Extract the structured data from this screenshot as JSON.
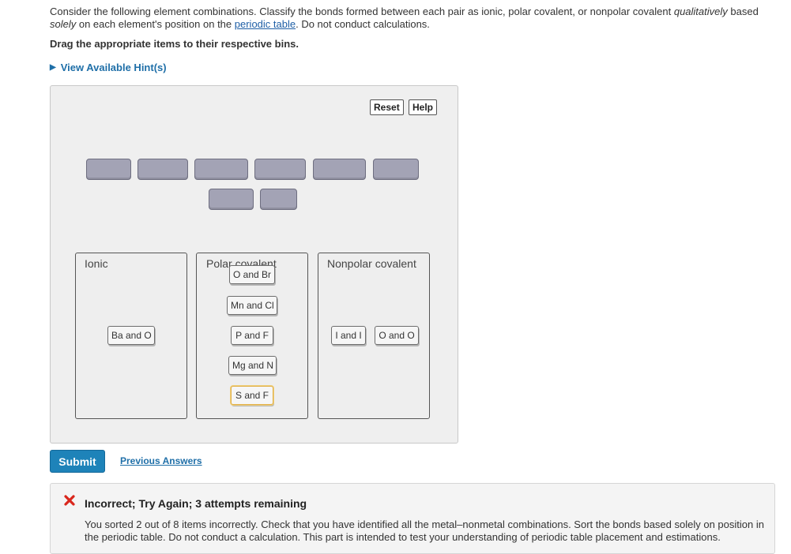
{
  "instructions": {
    "part1": "Consider the following element combinations. Classify the bonds formed between each pair as ionic, polar covalent, or nonpolar covalent ",
    "emph1": "qualitatively",
    "part2": " based ",
    "emph2": "solely",
    "part3": " on each element's position on the ",
    "link": "periodic table",
    "part4": ". Do not conduct calculations."
  },
  "drag_instruction": "Drag the appropriate items to their respective bins.",
  "hint_label": "View Available Hint(s)",
  "toolbar": {
    "reset": "Reset",
    "help": "Help"
  },
  "bins": [
    {
      "title": "Ionic",
      "items": [
        "Ba and O"
      ]
    },
    {
      "title": "Polar covalent",
      "items": [
        "O and Br",
        "Mn and Cl",
        "P and F",
        "Mg and N",
        "S and F"
      ]
    },
    {
      "title": "Nonpolar covalent",
      "items": [
        "I and I",
        "O and O"
      ]
    }
  ],
  "empty_slots_count": 8,
  "actions": {
    "submit": "Submit",
    "previous": "Previous Answers"
  },
  "feedback": {
    "title": "Incorrect; Try Again; 3 attempts remaining",
    "message": "You sorted 2 out of 8 items incorrectly. Check that you have identified all the metal–nonmetal combinations. Sort the bonds based solely on position in the periodic table. Do not conduct a calculation. This part is intended to test your understanding of periodic table placement and estimations.",
    "icon": "x-icon",
    "icon_color": "#d9261c"
  },
  "colors": {
    "accent": "#1e83b9",
    "link": "#1f6fa8",
    "slot": "#a3a3b5"
  }
}
